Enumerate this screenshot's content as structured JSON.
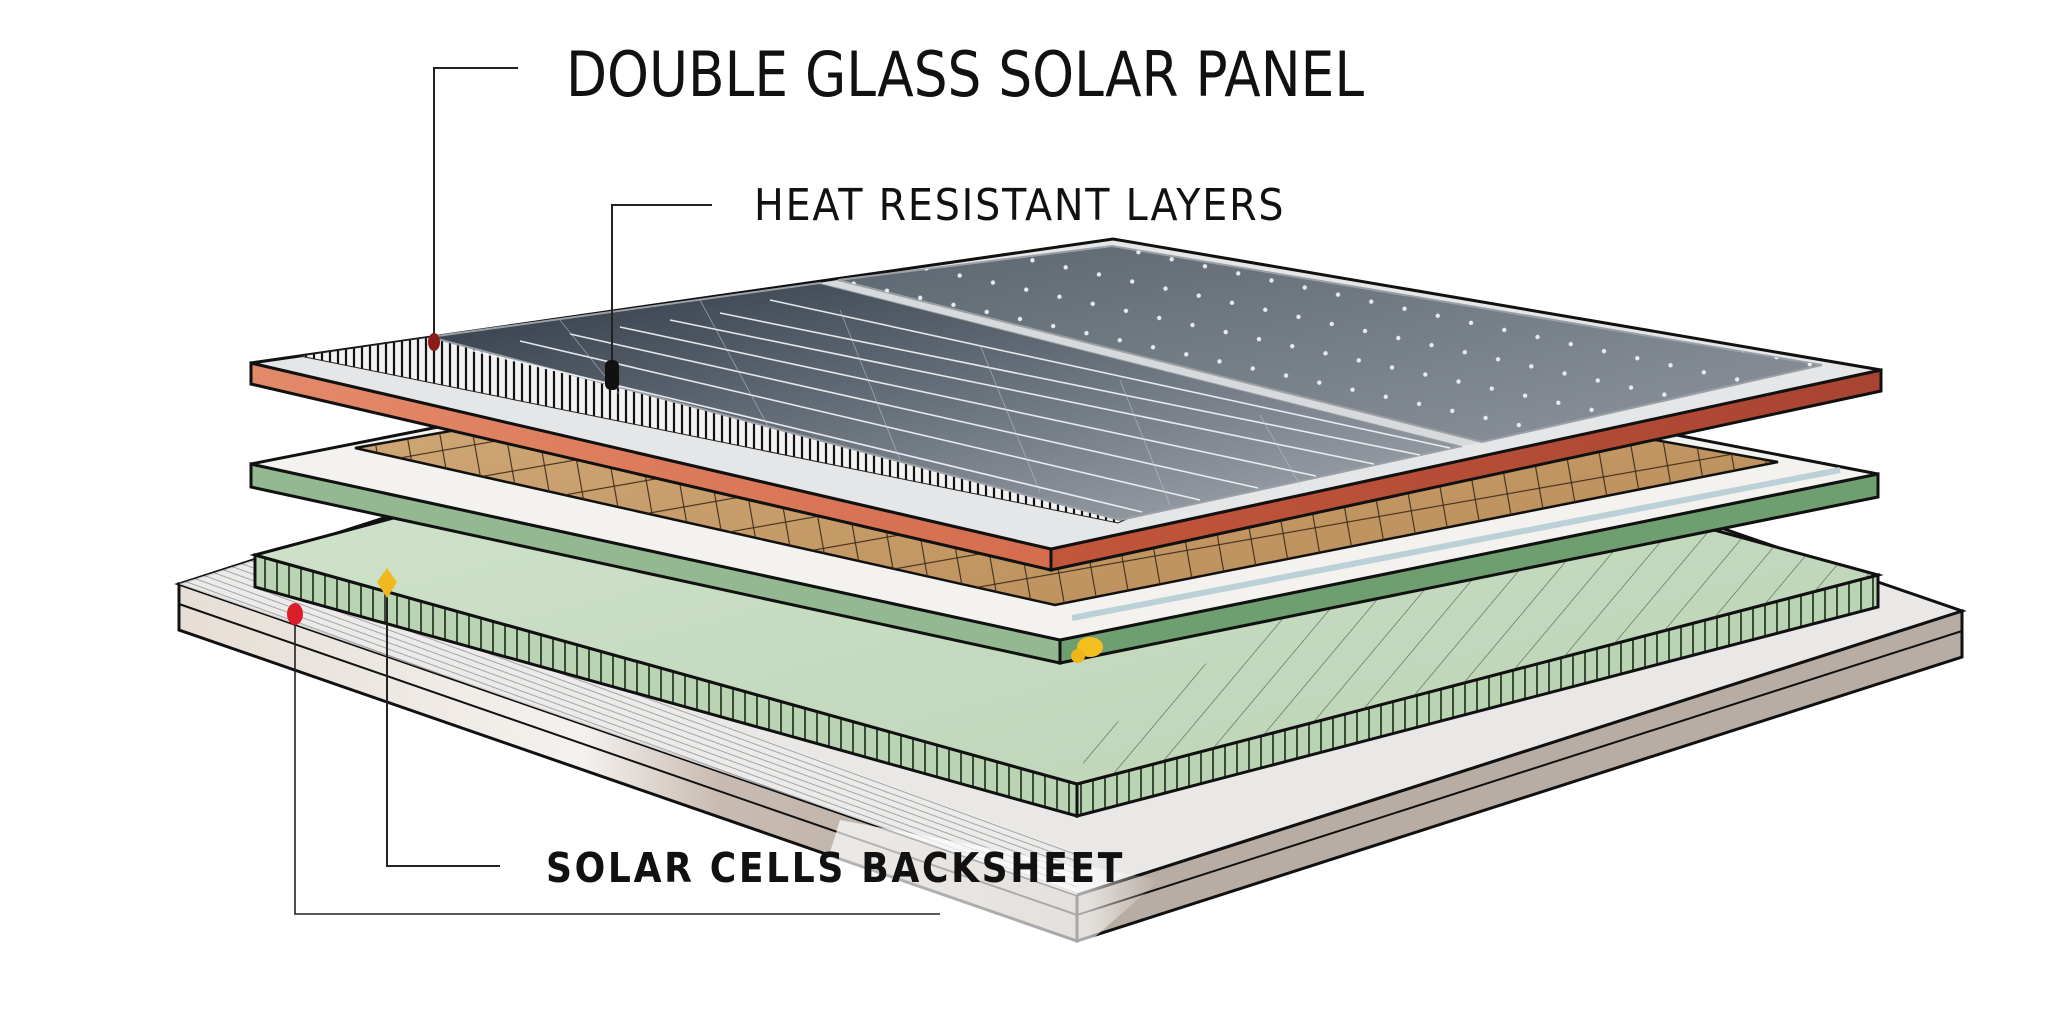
{
  "diagram": {
    "title": "Double glass solar panel exploded layer diagram",
    "labels": {
      "panel": "DOUBLE GLASS SOLAR PANEL",
      "heat": "HEAT RESISTANT LAYERS",
      "cells": "SOLAR CELLS BACKSHEET"
    },
    "layers": [
      {
        "id": "top-glass-panel",
        "description": "Top glass with solar cell grid, copper edge frame",
        "edge_color": "#d9785a",
        "surface_color": "#5b6470"
      },
      {
        "id": "encapsulant-sheet",
        "description": "White layer with tan diamond-patterned sheet",
        "edge_color": "#8fb48e",
        "surface_color": "#c49a66"
      },
      {
        "id": "honeycomb-layer",
        "description": "Green ribbed/honeycomb layer",
        "edge_color": "#a9c9a4",
        "surface_color": "#c7dcc2"
      },
      {
        "id": "base-backsheet",
        "description": "Gray-beige base backsheet",
        "edge_color": "#cfc4ba",
        "surface_color": "#e7e5e2"
      }
    ],
    "markers": [
      {
        "id": "panel-marker",
        "color": "#8b1a1a"
      },
      {
        "id": "heat-marker",
        "color": "#111111"
      },
      {
        "id": "cells-marker",
        "color": "#f2b81f"
      },
      {
        "id": "backsheet-marker",
        "color": "#d91e2a"
      },
      {
        "id": "corner-marker",
        "color": "#f5c01f"
      }
    ],
    "colors": {
      "outline": "#111111",
      "copper": "#d9785a",
      "copper_dark": "#a84a32",
      "green_edge": "#8fb48e",
      "tan": "#c49a66"
    }
  }
}
